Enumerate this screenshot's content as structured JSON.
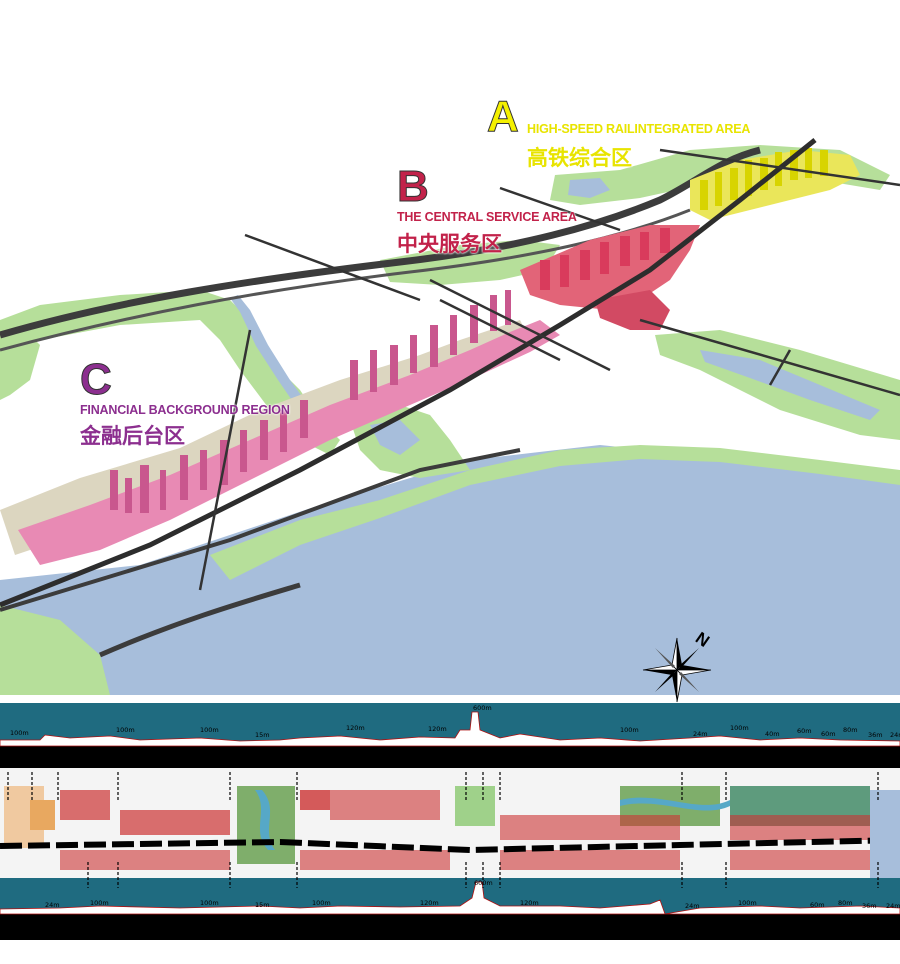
{
  "zones": [
    {
      "letter": "A",
      "name_en": "HIGH-SPEED RAILINTEGRATED AREA",
      "name_zh": "高铁综合区",
      "color": "#e8e400"
    },
    {
      "letter": "B",
      "name_en": "THE CENTRAL SERVICE AREA",
      "name_zh": "中央服务区",
      "color": "#c2224a"
    },
    {
      "letter": "C",
      "name_en": "FINANCIAL BACKGROUND REGION",
      "name_zh": "金融后台区",
      "color": "#8c2f8f"
    }
  ],
  "compass": {
    "label": "N"
  },
  "skyline_top": {
    "heights": [
      "100m",
      "100m",
      "100m",
      "15m",
      "120m",
      "120m",
      "600m",
      "100m",
      "24m",
      "100m",
      "40m",
      "60m",
      "60m",
      "80m",
      "36m",
      "24m"
    ]
  },
  "skyline_bottom": {
    "heights": [
      "24m",
      "100m",
      "100m",
      "15m",
      "100m",
      "120m",
      "600m",
      "120m",
      "24m",
      "100m",
      "60m",
      "80m",
      "36m",
      "24m"
    ]
  },
  "colors": {
    "water": "#a7bedb",
    "park": "#b6df9a",
    "lot": "#dcd6c0",
    "building": "#e88ab4",
    "skyline_bg": "#1f6b80"
  }
}
